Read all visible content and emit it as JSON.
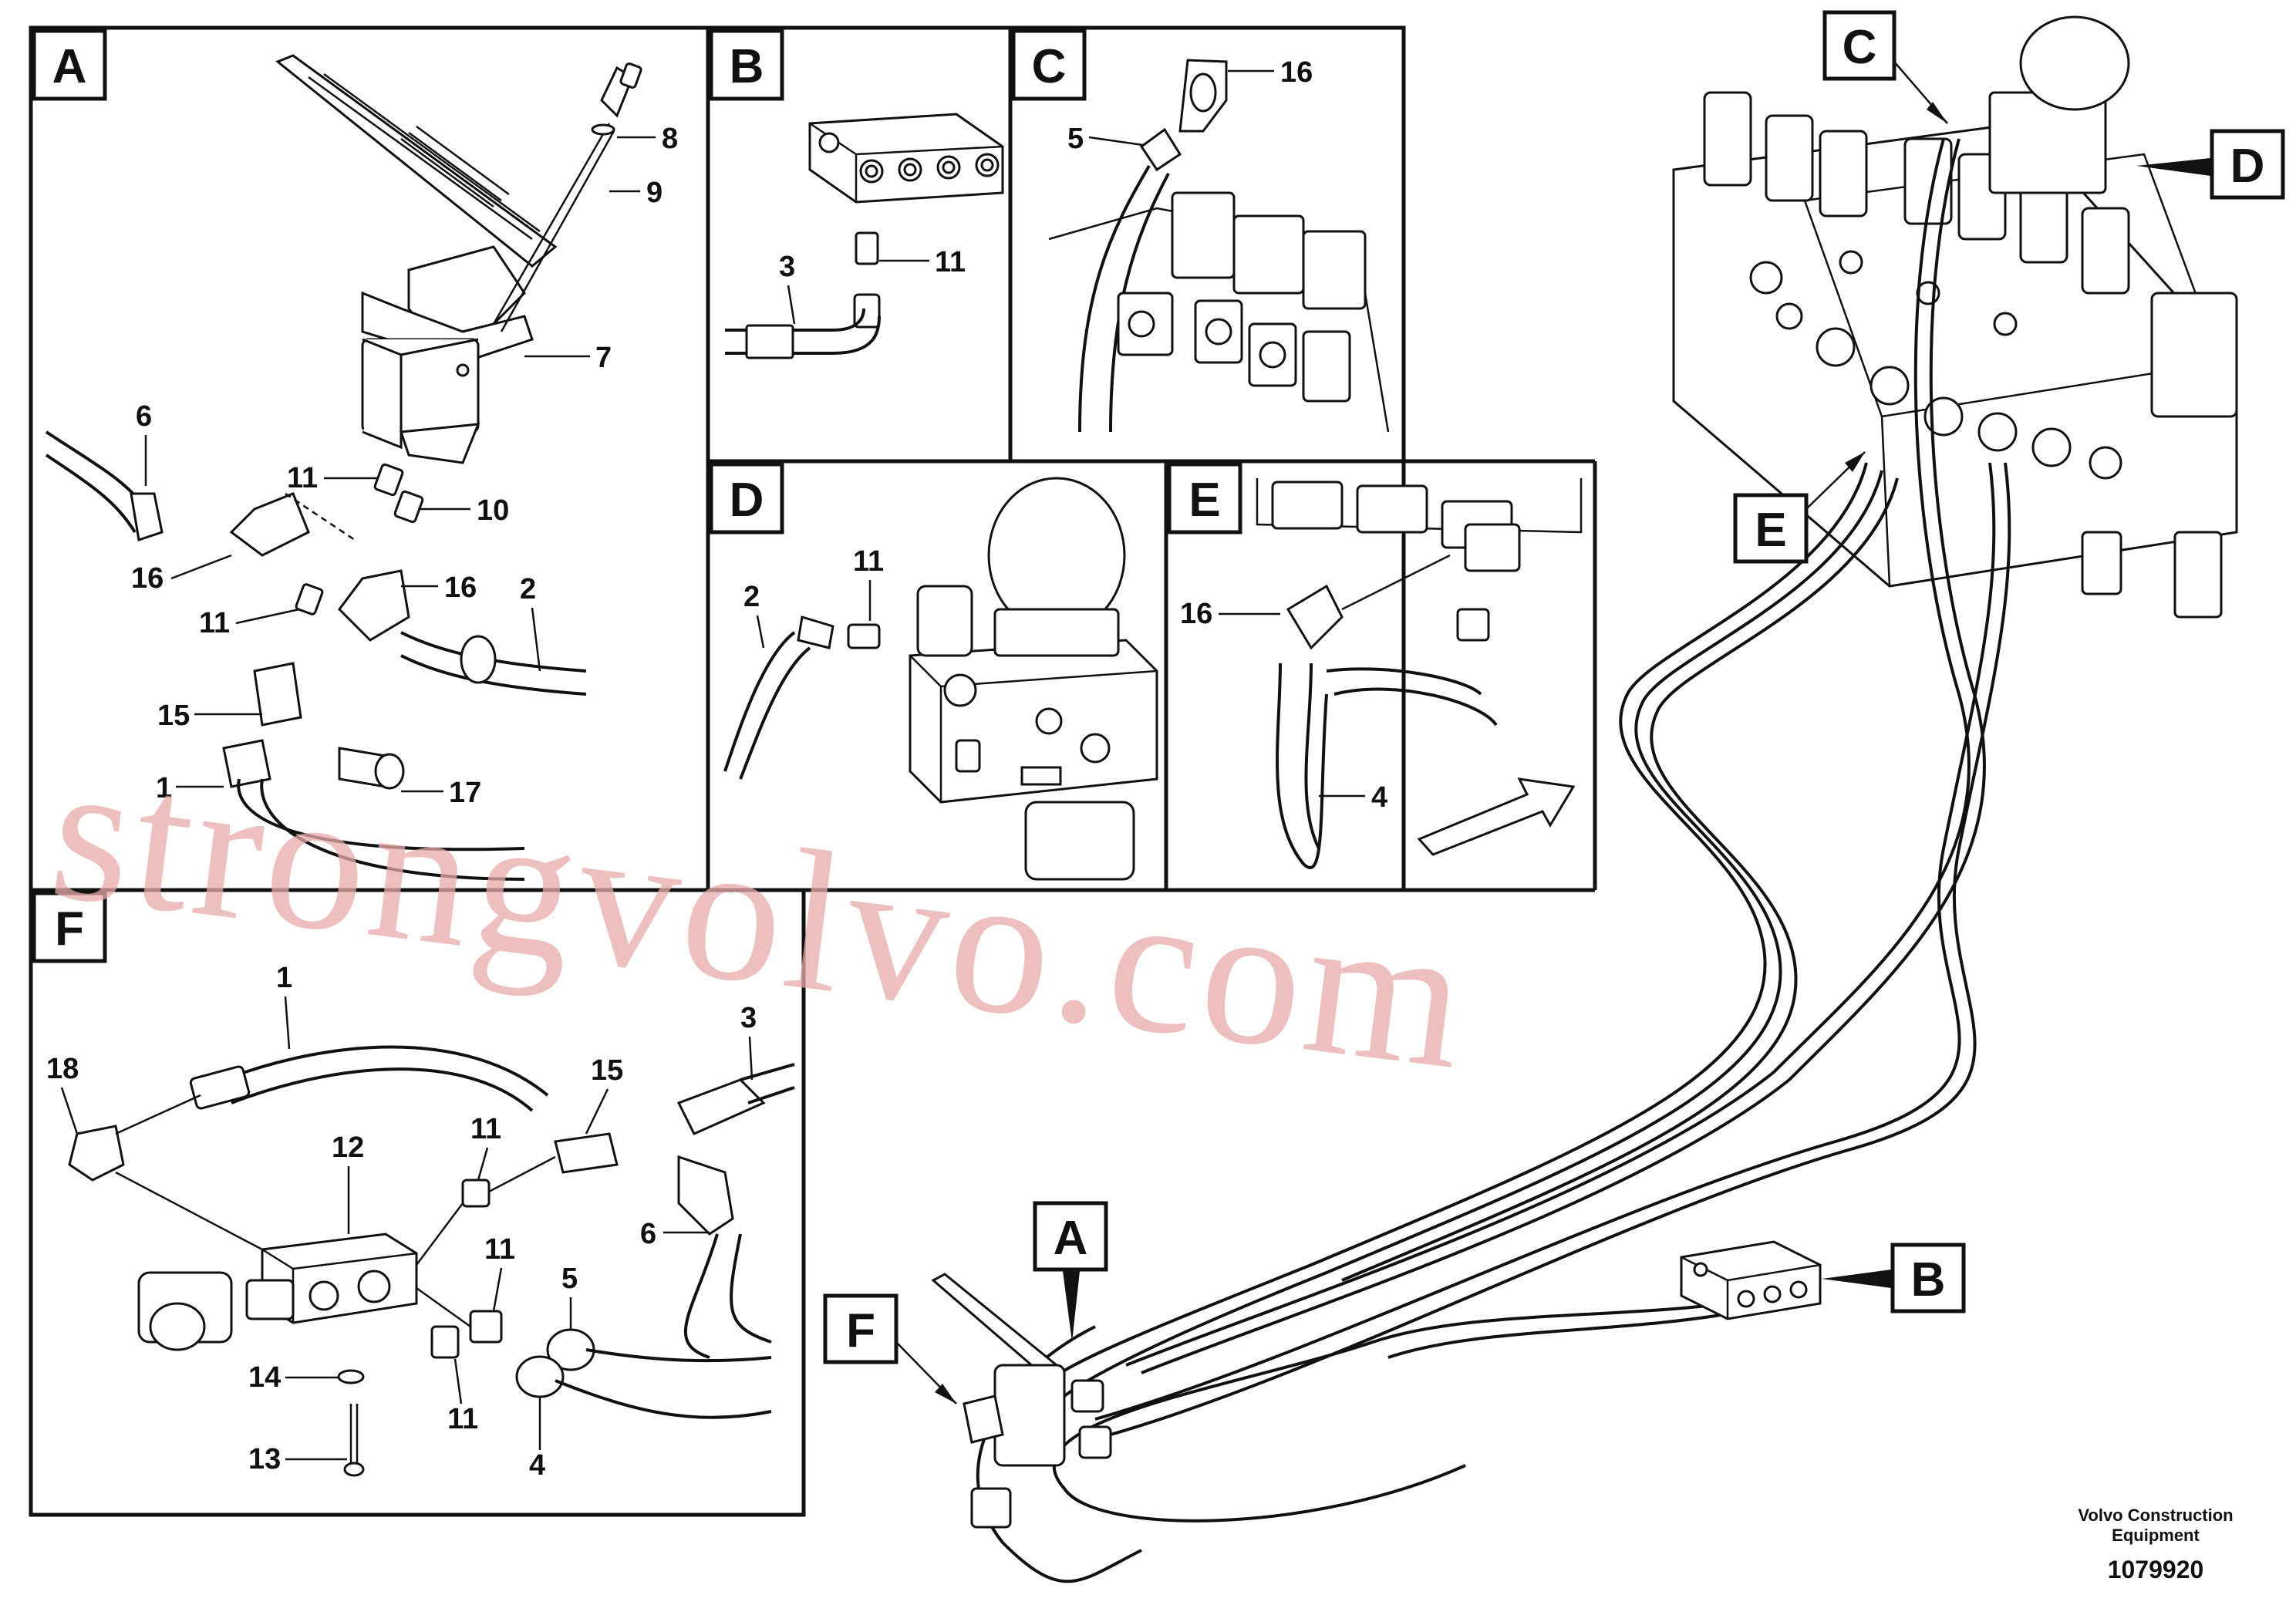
{
  "panels": {
    "A": {
      "letter": "A",
      "callouts": [
        "8",
        "9",
        "7",
        "6",
        "11",
        "10",
        "16",
        "11",
        "16",
        "2",
        "15",
        "17",
        "1"
      ]
    },
    "B": {
      "letter": "B",
      "callouts": [
        "3",
        "11"
      ]
    },
    "C": {
      "letter": "C",
      "callouts": [
        "16",
        "5"
      ]
    },
    "D": {
      "letter": "D",
      "callouts": [
        "11",
        "2"
      ]
    },
    "E": {
      "letter": "E",
      "callouts": [
        "16",
        "4"
      ]
    },
    "F": {
      "letter": "F",
      "callouts": [
        "1",
        "3",
        "18",
        "15",
        "11",
        "12",
        "6",
        "11",
        "5",
        "14",
        "11",
        "4",
        "13"
      ]
    }
  },
  "overview": {
    "labels": {
      "C": "C",
      "D": "D",
      "E": "E",
      "B": "B",
      "A": "A",
      "F": "F"
    }
  },
  "watermark": "strongvolvo.com",
  "footer": {
    "line1": "Volvo Construction",
    "line2": "Equipment",
    "number": "1079920"
  }
}
